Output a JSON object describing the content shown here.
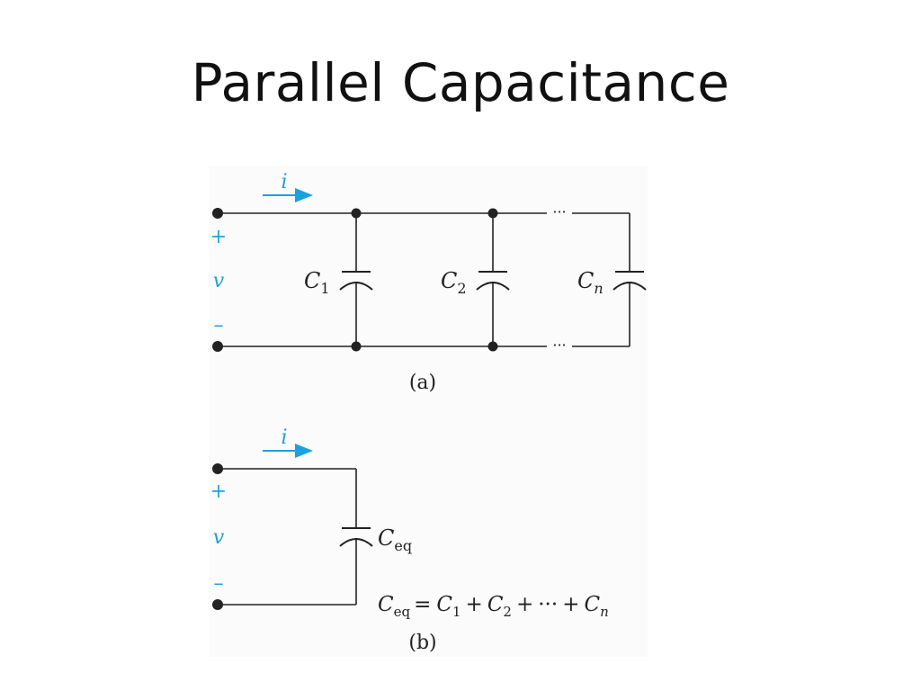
{
  "slide": {
    "title": "Parallel Capacitance"
  },
  "figure_a": {
    "current_label": "i",
    "plus": "+",
    "voltage_label": "v",
    "minus": "–",
    "dots": "···",
    "capacitors": [
      {
        "symbol": "C",
        "subscript": "1"
      },
      {
        "symbol": "C",
        "subscript": "2"
      },
      {
        "symbol": "C",
        "subscript": "n"
      }
    ],
    "caption": "(a)"
  },
  "figure_b": {
    "current_label": "i",
    "plus": "+",
    "voltage_label": "v",
    "minus": "–",
    "capacitor": {
      "symbol": "C",
      "subscript": "eq"
    },
    "equation": {
      "lhs_symbol": "C",
      "lhs_sub": "eq",
      "eq": "=",
      "t1_symbol": "C",
      "t1_sub": "1",
      "plus1": "+",
      "t2_symbol": "C",
      "t2_sub": "2",
      "plus2": "+",
      "dots": "···",
      "plus3": "+",
      "tn_symbol": "C",
      "tn_sub": "n"
    },
    "caption": "(b)"
  },
  "colors": {
    "wire": "#222222",
    "current_arrow": "#1ea0dc",
    "label_blue": "#1ea0dc",
    "text": "#222222"
  }
}
